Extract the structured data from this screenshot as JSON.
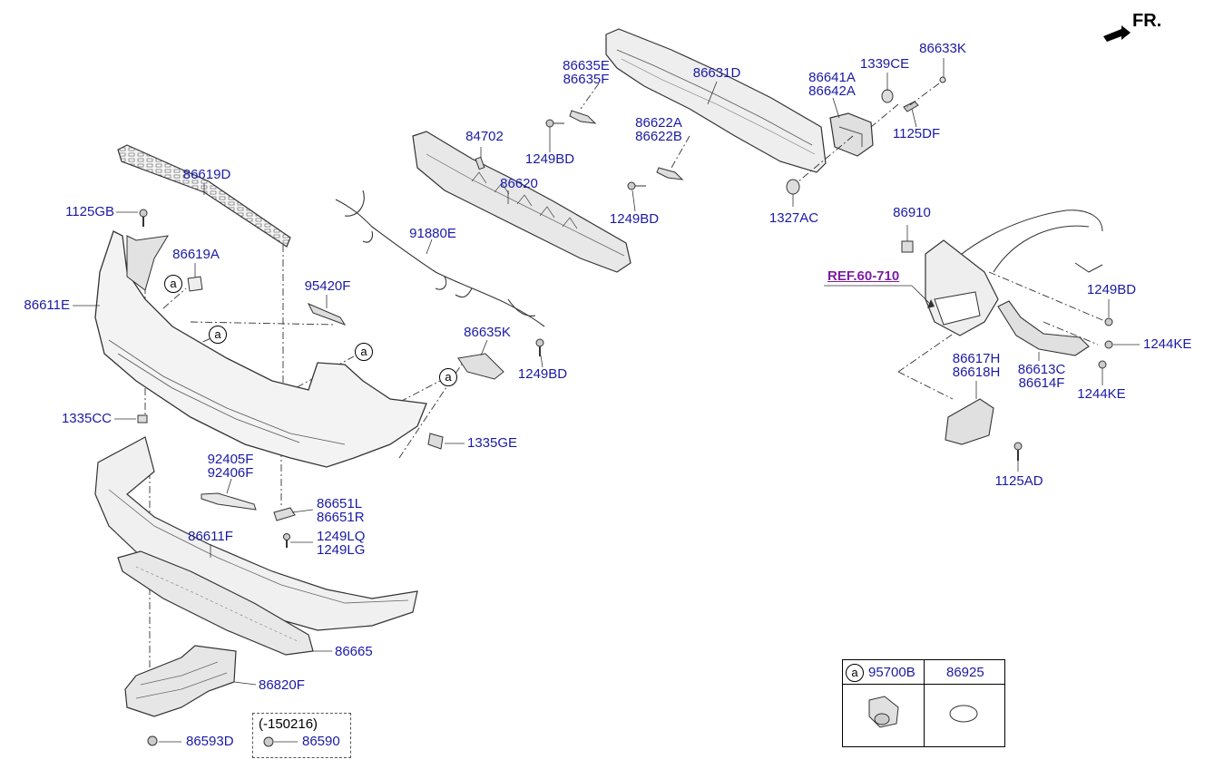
{
  "header": {
    "direction_label": "FR."
  },
  "callout_letter": "a",
  "labels": {
    "p86635E": "86635E",
    "p86635F": "86635F",
    "p86631D": "86631D",
    "p86641A": "86641A",
    "p86642A": "86642A",
    "p1339CE": "1339CE",
    "p86633K": "86633K",
    "p1125DF": "1125DF",
    "p1327AC": "1327AC",
    "p84702": "84702",
    "p1249BD_a": "1249BD",
    "p86622A": "86622A",
    "p86622B": "86622B",
    "p1249BD_b": "1249BD",
    "p86619D": "86619D",
    "p1125GB": "1125GB",
    "p86620": "86620",
    "p91880E": "91880E",
    "p86619A": "86619A",
    "p86611E": "86611E",
    "p95420F": "95420F",
    "p86635K": "86635K",
    "p1249BD_c": "1249BD",
    "p1335CC": "1335CC",
    "p1335GE": "1335GE",
    "p92405F": "92405F",
    "p92406F": "92406F",
    "p86651L": "86651L",
    "p86651R": "86651R",
    "p1249LQ": "1249LQ",
    "p1249LG": "1249LG",
    "p86611F": "86611F",
    "p86665": "86665",
    "p86820F": "86820F",
    "p86593D": "86593D",
    "p_date": "(-150216)",
    "p86590": "86590",
    "p86910": "86910",
    "ref": "REF.60-710",
    "p1249BD_d": "1249BD",
    "p1244KE_a": "1244KE",
    "p86617H": "86617H",
    "p86618H": "86618H",
    "p86613C": "86613C",
    "p86614F": "86614F",
    "p1244KE_b": "1244KE",
    "p1125AD": "1125AD"
  },
  "legend": {
    "col1_part": "95700B",
    "col2_part": "86925"
  },
  "colors": {
    "label": "#1a1aa6",
    "ref": "#7a1fa2",
    "line": "#333333",
    "part_fill": "#eaeaea"
  }
}
